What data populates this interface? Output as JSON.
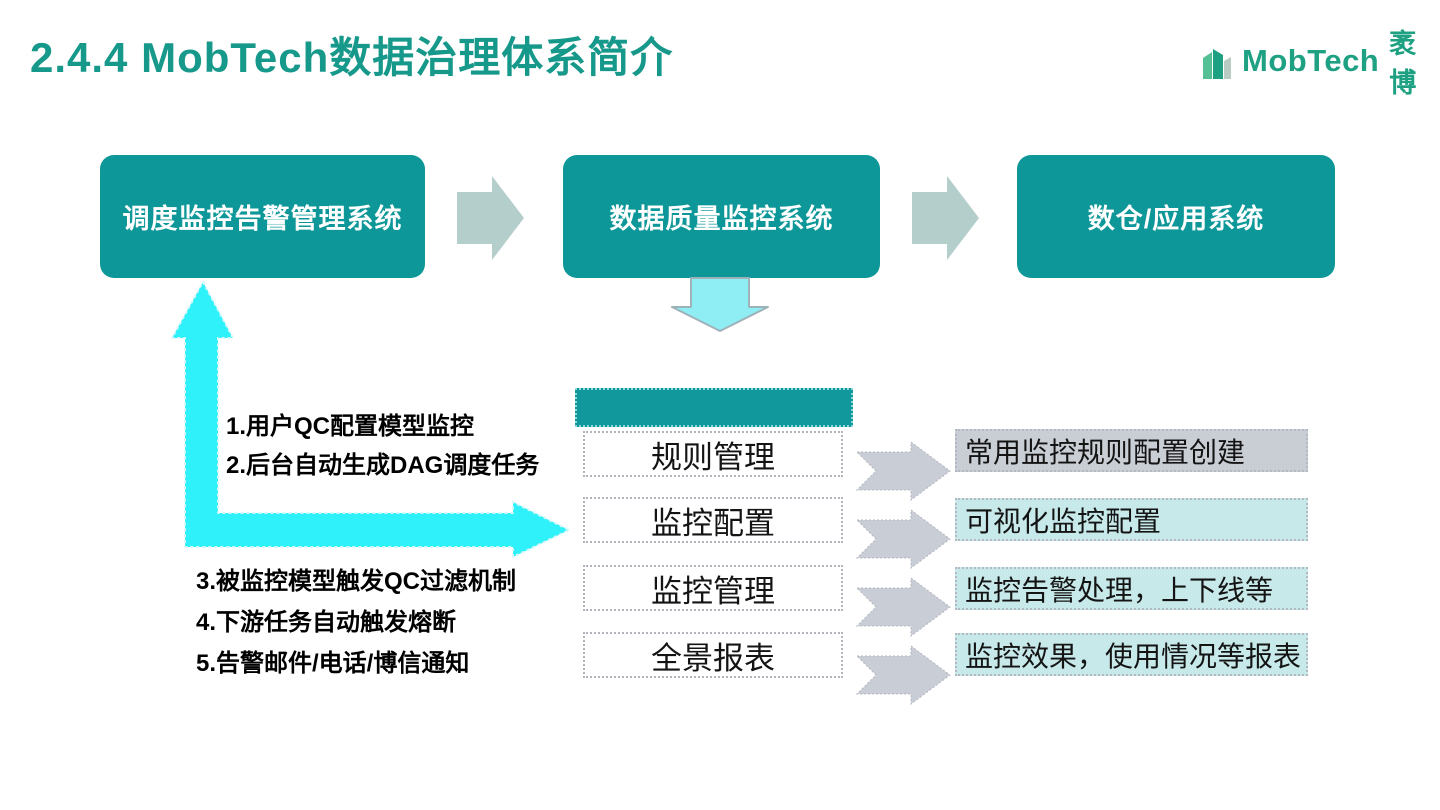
{
  "title": "2.4.4 MobTech数据治理体系简介",
  "logo": {
    "brand": "MobTech",
    "brand_cn": "袤博",
    "icon": "building-blocks-icon",
    "brand_color": "#1da182"
  },
  "flow_boxes": [
    {
      "label": "调度监控告警管理系统"
    },
    {
      "label": "数据质量监控系统"
    },
    {
      "label": "数仓/应用系统"
    }
  ],
  "notes_upper": [
    "1.用户QC配置模型监控",
    "2.后台自动生成DAG调度任务"
  ],
  "notes_lower": [
    "3.被监控模型触发QC过滤机制",
    "4.下游任务自动触发熔断",
    "5.告警邮件/电话/博信通知"
  ],
  "modules": [
    "规则管理",
    "监控配置",
    "监控管理",
    "全景报表"
  ],
  "descriptions": [
    "常用监控规则配置创建",
    "可视化监控配置",
    "监控告警处理，上下线等",
    "监控效果，使用情况等报表"
  ],
  "colors": {
    "title_teal": "#16988a",
    "box_teal": "#0e9798",
    "flow_arrow_gray_teal": "#b4cecb",
    "cyan_feedback_arrow": "#2ff1f9",
    "light_cyan_down_arrow": "#8feef4",
    "chevron_gray": "#c9cdd5",
    "desc_gray_bg": "#c9cdd4",
    "desc_teal_bg": "#c7e9ea"
  }
}
